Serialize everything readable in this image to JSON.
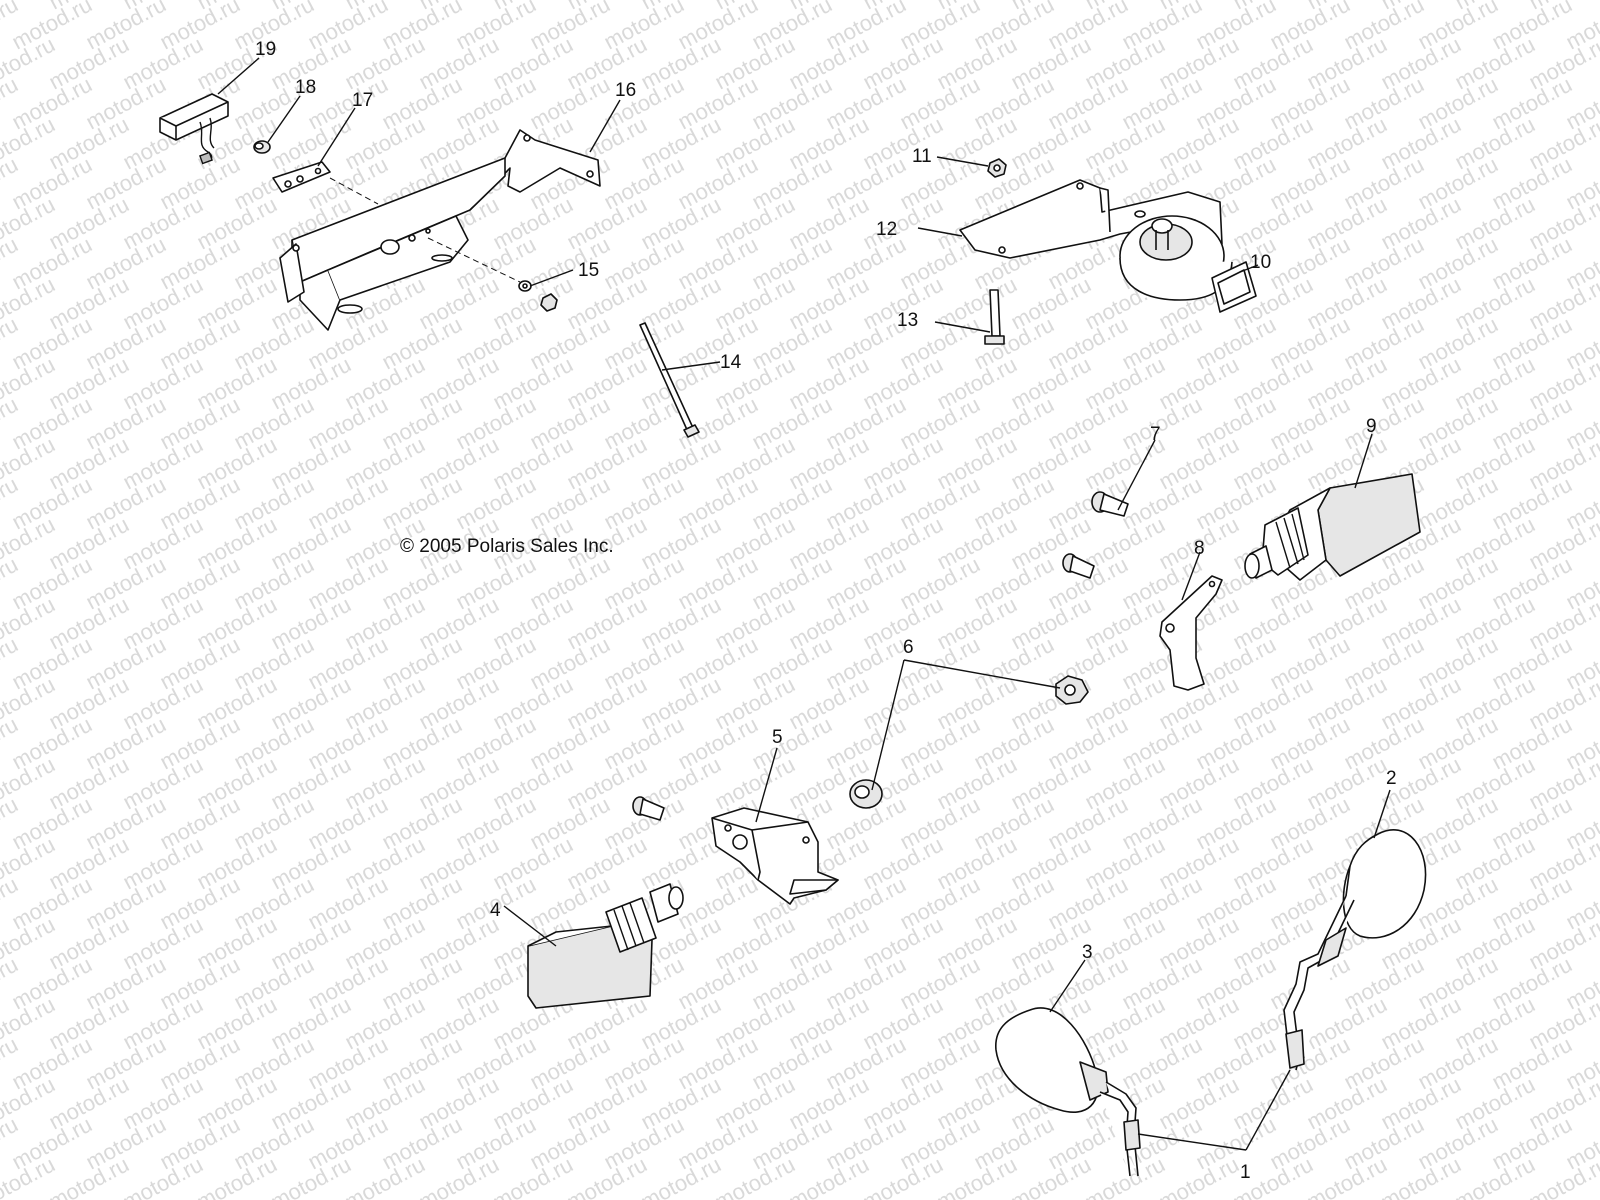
{
  "watermark": {
    "text": "motod.ru"
  },
  "copyright": "© 2005 Polaris Sales Inc.",
  "callouts": [
    {
      "id": "1",
      "label": "1"
    },
    {
      "id": "2",
      "label": "2"
    },
    {
      "id": "3",
      "label": "3"
    },
    {
      "id": "4",
      "label": "4"
    },
    {
      "id": "5",
      "label": "5"
    },
    {
      "id": "6",
      "label": "6"
    },
    {
      "id": "7",
      "label": "7"
    },
    {
      "id": "8",
      "label": "8"
    },
    {
      "id": "9",
      "label": "9"
    },
    {
      "id": "10",
      "label": "10"
    },
    {
      "id": "11",
      "label": "11"
    },
    {
      "id": "12",
      "label": "12"
    },
    {
      "id": "13",
      "label": "13"
    },
    {
      "id": "14",
      "label": "14"
    },
    {
      "id": "15",
      "label": "15"
    },
    {
      "id": "16",
      "label": "16"
    },
    {
      "id": "17",
      "label": "17"
    },
    {
      "id": "18",
      "label": "18"
    },
    {
      "id": "19",
      "label": "19"
    }
  ],
  "colors": {
    "line": "#111111",
    "watermark": "#d9d9d9",
    "background": "#ffffff"
  }
}
